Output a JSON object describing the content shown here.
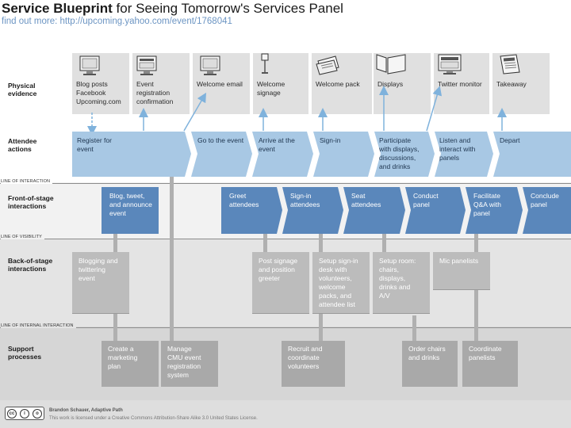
{
  "header": {
    "title_bold": "Service Blueprint",
    "title_rest": " for Seeing Tomorrow's Services Panel",
    "subtitle_prefix": "find out more: ",
    "subtitle_url": "http://upcoming.yahoo.com/event/1768041"
  },
  "lanes": {
    "physical": [
      "Physical",
      "evidence"
    ],
    "attendee": [
      "Attendee",
      "actions"
    ],
    "front": [
      "Front-of-stage",
      "interactions"
    ],
    "back": [
      "Back-of-stage",
      "interactions"
    ],
    "support": [
      "Support",
      "processes"
    ]
  },
  "dividers": {
    "interaction": "Line of interaction",
    "visibility": "Line of visibility",
    "internal": "Line of internal interaction"
  },
  "evidence": [
    {
      "text": "Blog posts\nFacebook\nUpcoming.com",
      "icon": "monitor-icon"
    },
    {
      "text": "Event\nregistration\nconfirmation",
      "icon": "monitor-icon"
    },
    {
      "text": "Welcome email",
      "icon": "monitor-icon"
    },
    {
      "text": "Welcome\nsignage",
      "icon": "signage-icon"
    },
    {
      "text": "Welcome pack",
      "icon": "papers-icon"
    },
    {
      "text": "Displays",
      "icon": "displays-icon"
    },
    {
      "text": "Twitter monitor",
      "icon": "monitor-icon"
    },
    {
      "text": "Takeaway",
      "icon": "newsletter-icon"
    }
  ],
  "actions": [
    "Register for\nevent",
    "Go to the event",
    "Arrive at the\nevent",
    "Sign-in",
    "Participate\nwith displays,\ndiscussions,\nand drinks",
    "Listen and\ninteract with\npanels",
    "Depart"
  ],
  "front": [
    "Blog, tweet,\nand announce\nevent",
    "Greet\nattendees",
    "Sign-in\nattendees",
    "Seat\nattendees",
    "Conduct\npanel",
    "Facilitate\nQ&A with\npanel",
    "Conclude\npanel"
  ],
  "back": [
    "Blogging and\ntwittering\nevent",
    "Post signage\nand position\ngreeter",
    "Setup sign-in\ndesk with\nvolunteers,\nwelcome\npacks, and\nattendee list",
    "Setup room:\nchairs,\ndisplays,\ndrinks and\nA/V",
    "Mic panelists"
  ],
  "support": [
    "Create a\nmarketing\nplan",
    "Manage\nCMU event\nregistration\nsystem",
    "Recruit and\ncoordinate\nvolunteers",
    "Order chairs\nand drinks",
    "Coordinate\npanelists"
  ],
  "footer": {
    "author": "Brandon Schauer, Adaptive Path",
    "license": "This work is licensed under a Creative Commons Attribution-Share Alike 3.0 United States License."
  },
  "colors": {
    "action": "#a8c8e4",
    "front": "#5a87bb",
    "arrow": "#7fb2dc"
  }
}
